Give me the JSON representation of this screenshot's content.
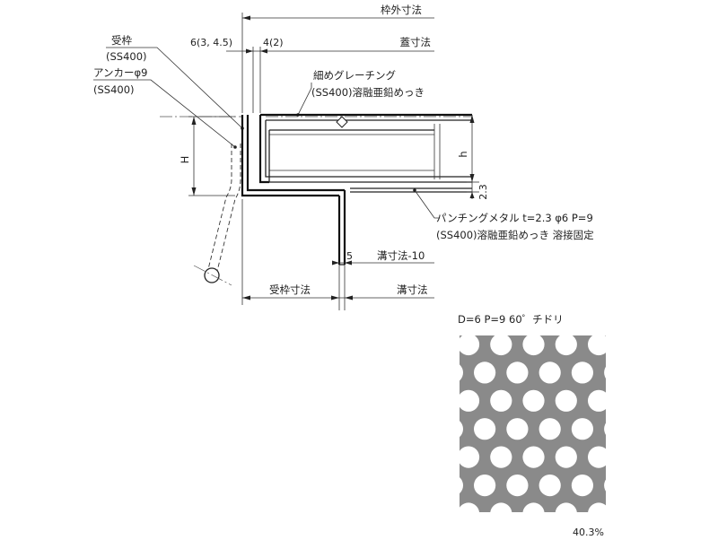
{
  "labels": {
    "frame_outer_dim": "枠外寸法",
    "lid_dim": "蓋寸法",
    "offset_left": "6(3, 4.5)",
    "offset_right": "4(2)",
    "receiving_frame": "受枠",
    "receiving_frame_material": "(SS400)",
    "anchor": "アンカーφ9",
    "anchor_material": "(SS400)",
    "grating_name": "細めグレーチング",
    "grating_spec": "(SS400)溶融亜鉛めっき",
    "height_H": "H",
    "height_h": "h",
    "dim_2_3": "2.3",
    "punching_metal": "パンチングメタル t=2.3 φ6  P=9",
    "punching_spec": "(SS400)溶融亜鉛めっき 溶接固定",
    "gap_5": "5",
    "groove_minus10": "溝寸法-10",
    "frame_dim": "受枠寸法",
    "groove_dim": "溝寸法",
    "pattern_title": "D=6 P=9  60゜チドリ",
    "open_ratio": "40.3%"
  },
  "pattern": {
    "hole_diameter": 6,
    "pitch": 9,
    "angle": 60,
    "arrangement": "staggered",
    "plate_color": "#8a8a8a",
    "hole_color": "#ffffff"
  }
}
